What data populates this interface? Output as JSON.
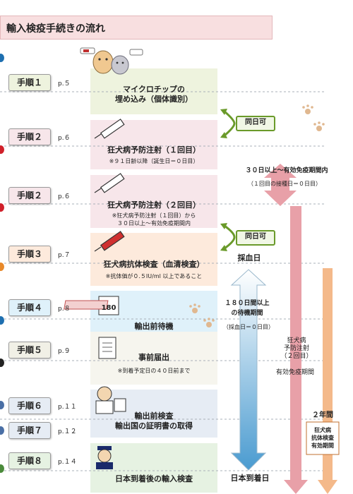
{
  "header": {
    "title": "輸入検疫手続きの流れ"
  },
  "steps": [
    {
      "label": "手順１",
      "page": "p.５",
      "bg": "#eef3de",
      "dot": "#1e6fb0"
    },
    {
      "label": "手順２",
      "page": "p.６",
      "bg": "#f7e6ea",
      "dot": "#d0202a"
    },
    {
      "label": "手順２",
      "page": "p.６",
      "bg": "#f7e6ea",
      "dot": "#d0202a"
    },
    {
      "label": "手順３",
      "page": "p.７",
      "bg": "#fdeadc",
      "dot": "#e8892a"
    },
    {
      "label": "手順４",
      "page": "p.８",
      "bg": "#dff1fa",
      "dot": "#1e6fb0"
    },
    {
      "label": "手順５",
      "page": "p.９",
      "bg": "#f1f0e6",
      "dot": "#222222"
    },
    {
      "label": "手順６",
      "page": "p.１１",
      "bg": "#e6ecf4",
      "dot": "#4a6fa5"
    },
    {
      "label": "手順７",
      "page": "p.１２",
      "bg": "#e6ecf4",
      "dot": "#4a6fa5"
    },
    {
      "label": "手順８",
      "page": "p.１４",
      "bg": "#e6f2e2",
      "dot": "#4a8a3a"
    }
  ],
  "panels": [
    {
      "title": "マイクロチップの\n埋め込み（個体識別）",
      "note": ""
    },
    {
      "title": "狂犬病予防注射（１回目）",
      "note": "※９１日齢以降（誕生日＝０日目）"
    },
    {
      "title": "狂犬病予防注射（２回目）",
      "note": "※狂犬病予防注射（１回目）から\n３０日以上～有効免疫期間内"
    },
    {
      "title": "狂犬病抗体検査（血清検査）",
      "note": "※抗体価が０.５IU/ml 以上であること"
    },
    {
      "title": "輸出前待機",
      "note": ""
    },
    {
      "title": "事前届出",
      "note": "※到着予定日の４０日前まで"
    },
    {
      "title": "輸出前検査\n輸出国の証明書の取得",
      "note": ""
    },
    {
      "title": "日本到着後の輸入検査",
      "note": ""
    }
  ],
  "bubbles": {
    "same_day_1": "同日可",
    "same_day_2": "同日可"
  },
  "annotations": {
    "interval_30": "３０日以上～有効免疫期間内",
    "interval_30_sub": "（１回目の接種日＝０日目）",
    "blood_day": "採血日",
    "wait_180": "１８０日間以上\nの待機期間",
    "wait_180_sub": "（採血日＝０日目）",
    "vaccine_2": "狂犬病\n予防注射\n（２回目）",
    "immunity": "有効免疫期間",
    "two_years": "２年間",
    "two_years_box": "狂犬病\n抗体検査\n有効期間",
    "arrival": "日本到着日",
    "calendar": "180"
  },
  "colors": {
    "arrow_blue": "#4a9bd0",
    "arrow_pink": "#e8a0a8",
    "arrow_orange": "#f4b98a",
    "bubble_border": "#6a9a2a"
  }
}
